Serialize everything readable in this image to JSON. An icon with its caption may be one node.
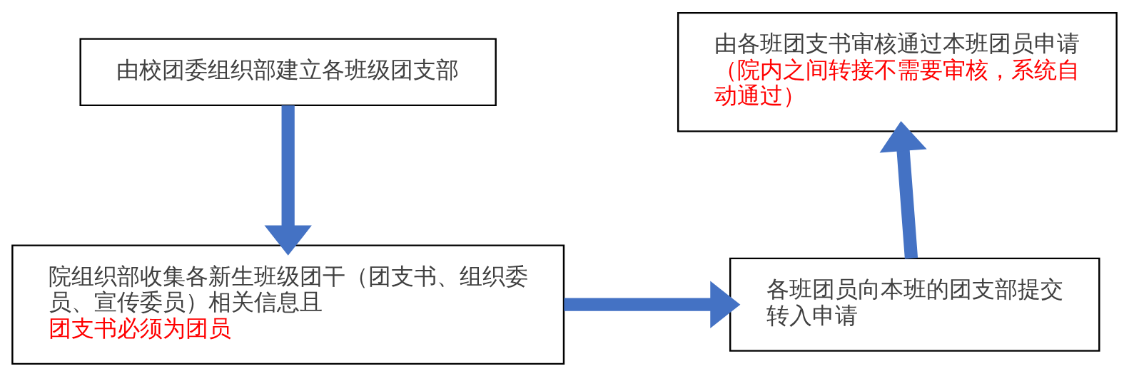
{
  "diagram": {
    "nodes": [
      {
        "text": [
          "由校团委组织部建立各班级团支部"
        ]
      },
      {
        "text": [
          "院组织部收集各新生班级团干（团支书、组织委员、宣传委员）相关信息且",
          "团支书必须为团员"
        ]
      },
      {
        "text": [
          "各班团员向本班的团支部提交转入申请"
        ]
      },
      {
        "text": [
          "由各班团支书审核通过本班团员申请",
          "（院内之间转接不需要审核，系统自动通过）"
        ]
      }
    ],
    "edges": [
      {
        "from": 0,
        "to": 1,
        "arrow": "to"
      },
      {
        "from": 1,
        "to": 2,
        "arrow": "to"
      },
      {
        "from": 2,
        "to": 3,
        "arrow": "to"
      }
    ]
  }
}
